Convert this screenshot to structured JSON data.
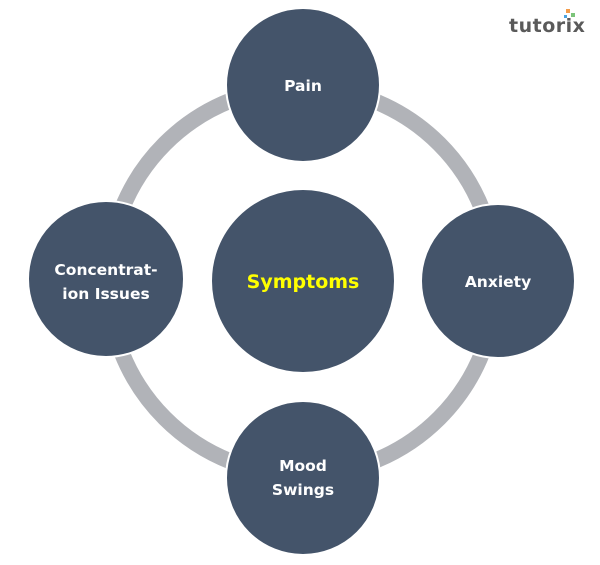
{
  "diagram": {
    "title": "Symptoms",
    "center": {
      "label": "Symptoms",
      "text_color": "#ffff00"
    },
    "nodes": [
      {
        "id": "top",
        "lines": [
          "Pain"
        ]
      },
      {
        "id": "right",
        "lines": [
          "Anxiety"
        ]
      },
      {
        "id": "bottom",
        "lines": [
          "Mood",
          "Swings"
        ]
      },
      {
        "id": "left",
        "lines": [
          "Concentrat-",
          "ion Issues"
        ]
      }
    ],
    "colors": {
      "node_fill": "#44546a",
      "node_border": "#ffffff",
      "ring": "#b1b3b8",
      "node_text": "#ffffff",
      "background": "#ffffff"
    }
  },
  "logo": {
    "text": "tutorix",
    "dot_colors": [
      "#f39c4a",
      "#7cc47a",
      "#4aa3df"
    ]
  }
}
